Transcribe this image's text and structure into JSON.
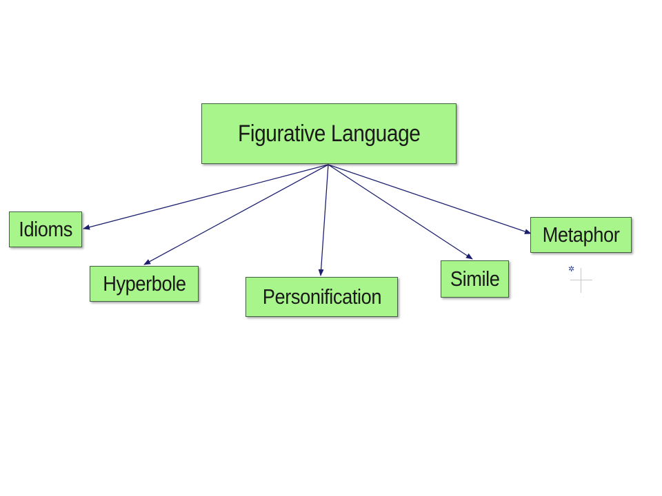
{
  "diagram": {
    "root": {
      "label": "Figurative Language"
    },
    "children": [
      {
        "id": "idioms",
        "label": "Idioms"
      },
      {
        "id": "hyperbole",
        "label": "Hyperbole"
      },
      {
        "id": "personification",
        "label": "Personification"
      },
      {
        "id": "simile",
        "label": "Simile"
      },
      {
        "id": "metaphor",
        "label": "Metaphor"
      }
    ],
    "colors": {
      "node_fill": "#a8f58b",
      "node_border": "#3f5f3f",
      "connector": "#1c1f6e"
    },
    "connector_style": "straight arrows from root to each child"
  },
  "cursor": {
    "icon": "crosshair-cursor-icon"
  }
}
